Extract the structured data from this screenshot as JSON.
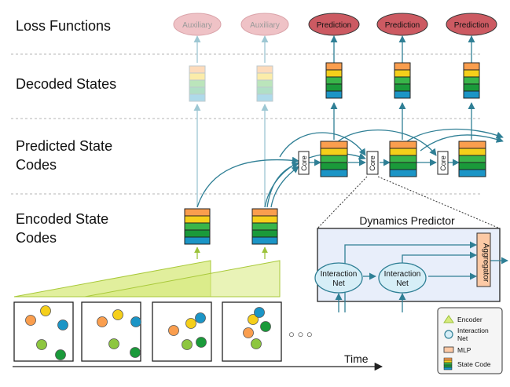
{
  "rows": {
    "loss": "Loss Functions",
    "decoded": "Decoded States",
    "predicted": [
      "Predicted State",
      "Codes"
    ],
    "encoded": [
      "Encoded State",
      "Codes"
    ]
  },
  "loss_nodes": {
    "auxiliary": "Auxiliary",
    "prediction": "Prediction"
  },
  "core_label": "Core",
  "dynamics": {
    "title": "Dynamics Predictor",
    "interaction_net": [
      "Interaction",
      "Net"
    ],
    "aggregator": "Aggregator"
  },
  "time_label": "Time",
  "ellipsis": "○ ○ ○",
  "legend": {
    "encoder": "Encoder",
    "interaction_net": [
      "Interaction",
      "Net"
    ],
    "mlp": "MLP",
    "state_code": "State Code"
  },
  "colors": {
    "orange": "#fa9e4e",
    "yellow": "#f5cf1a",
    "green": "#39b54a",
    "darkgreen": "#1a9a3a",
    "blue": "#1b95c6",
    "auxiliary_fill": "#efc2c6",
    "prediction_fill": "#cc5a62",
    "encoder_fill": "#d7ea7c",
    "interaction_fill": "#d6eef7",
    "mlp_fill": "#fcc9a5",
    "dynamics_bg": "#e8eefa",
    "arrow": "#2f7f95",
    "arrow_faded": "#9dc7d3"
  }
}
